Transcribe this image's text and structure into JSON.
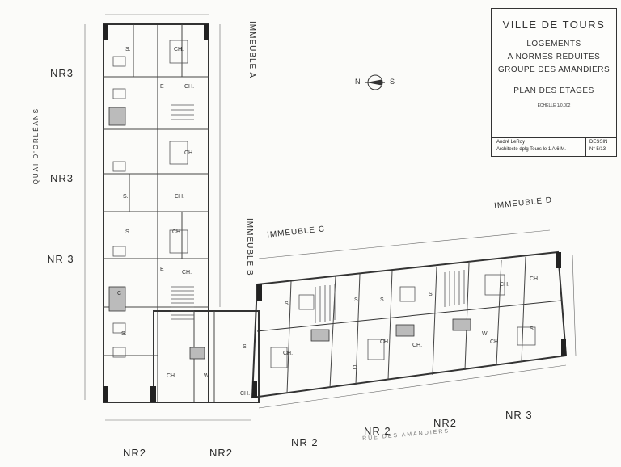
{
  "cartouche": {
    "city": "VILLE DE TOURS",
    "project_line1": "LOGEMENTS",
    "project_line2": "A NORMES REDUITES",
    "project_line3": "GROUPE DES AMANDIERS",
    "sheet_title": "PLAN DES ETAGES",
    "scale": "ECHELLE 1/0.002",
    "architect_line1": "André LeRoy",
    "architect_line2": "Architecte dplg  Tours  le 1 A.6.M.",
    "drawing_label": "DESSIN",
    "drawing_number": "N° 5/13"
  },
  "compass": {
    "left": "N",
    "right": "S"
  },
  "buildings": {
    "a": "IMMEUBLE A",
    "b": "IMMEUBLE B",
    "c": "IMMEUBLE C",
    "d": "IMMEUBLE D"
  },
  "zones": {
    "nr3_top": "NR3",
    "nr3_mid": "NR3",
    "nr3_low": "NR 3",
    "nr3_right": "NR 3",
    "nr2_a": "NR2",
    "nr2_b": "NR2",
    "nr2_c": "NR 2",
    "nr2_d": "NR 2",
    "nr2_e": "NR2"
  },
  "streets": {
    "quai": "QUAI  D'ORLÉANS",
    "rue": "RUE  DES  AMANDIERS"
  },
  "room_labels": {
    "s": "S.",
    "ch": "CH.",
    "e": "E",
    "c": "C",
    "w": "W"
  }
}
